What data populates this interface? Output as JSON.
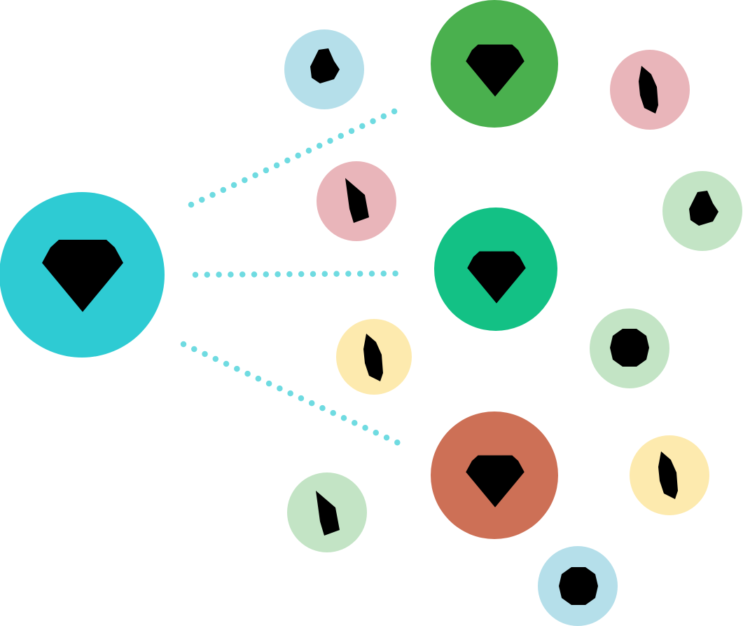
{
  "diagram": {
    "connector_color": "#6fdbe1",
    "source": {
      "color": "#2ecbd3",
      "icon": "diamond-icon"
    },
    "targets": [
      {
        "id": "target-top",
        "color": "#4ab04e",
        "icon": "diamond-icon"
      },
      {
        "id": "target-middle",
        "color": "#13c185",
        "icon": "diamond-icon"
      },
      {
        "id": "target-bottom",
        "color": "#cd7056",
        "icon": "diamond-icon"
      }
    ],
    "crystals": [
      {
        "id": "crystal-blue-top",
        "color": "#b5dfea",
        "icon": "crystal-cluster-icon"
      },
      {
        "id": "crystal-pink-upper",
        "color": "#e9b5ba",
        "icon": "crystal-shard-icon"
      },
      {
        "id": "crystal-yellow-left",
        "color": "#fdeaae",
        "icon": "crystal-prism-icon"
      },
      {
        "id": "crystal-green-bottom-left",
        "color": "#c3e4c5",
        "icon": "crystal-shard-icon"
      },
      {
        "id": "crystal-pink-top-right",
        "color": "#e9b5ba",
        "icon": "crystal-prism-icon"
      },
      {
        "id": "crystal-green-right",
        "color": "#c3e4c5",
        "icon": "crystal-cluster-icon"
      },
      {
        "id": "crystal-green-mid-right",
        "color": "#c3e4c5",
        "icon": "gem-round-icon"
      },
      {
        "id": "crystal-yellow-right",
        "color": "#fdeaae",
        "icon": "crystal-prism-icon"
      },
      {
        "id": "crystal-blue-bottom",
        "color": "#b5dfea",
        "icon": "gem-round-icon"
      }
    ]
  }
}
